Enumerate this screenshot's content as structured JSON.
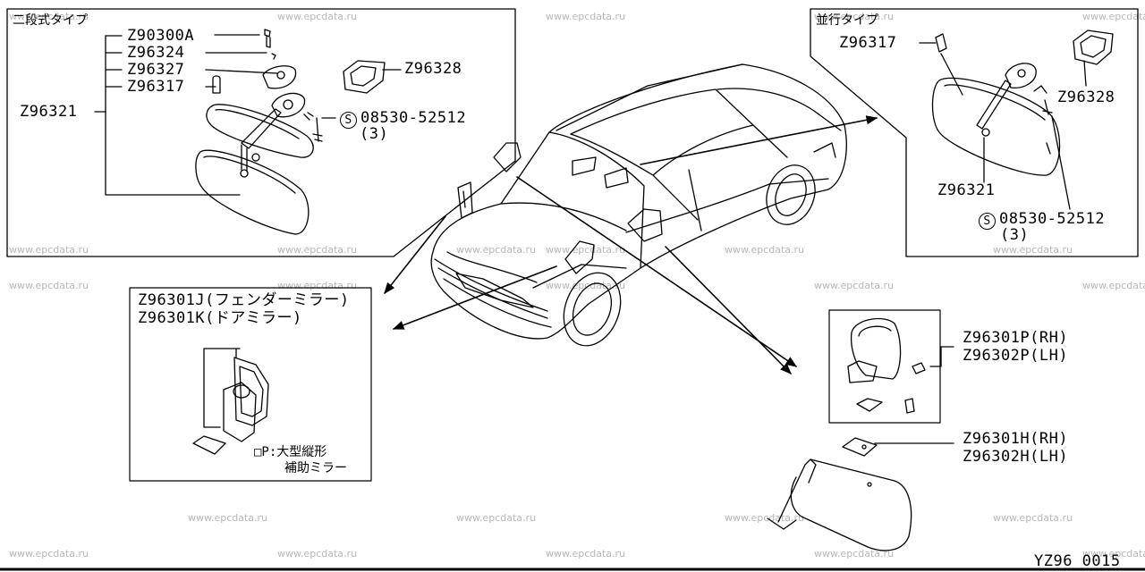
{
  "watermarks": [
    {
      "text": "www.epcdata.ru"
    },
    {
      "text": "www.epcdata.ru"
    },
    {
      "text": "www.epcdata.ru"
    },
    {
      "text": "www.epcdata.ru"
    },
    {
      "text": "www.epcdata.ru"
    },
    {
      "text": "www.epcdata.ru"
    },
    {
      "text": "www.epcdata.ru"
    },
    {
      "text": "www.epcdata.ru"
    },
    {
      "text": "www.epcdata.ru"
    },
    {
      "text": "www.epcdata.ru"
    },
    {
      "text": "www.epcdata.ru"
    },
    {
      "text": "www.epcdata.ru"
    },
    {
      "text": "www.epcdata.ru"
    },
    {
      "text": "www.epcdata.ru"
    },
    {
      "text": "www.epcdata.ru"
    },
    {
      "text": "www.epcdata.ru"
    },
    {
      "text": "www.epcdata.ru"
    },
    {
      "text": "www.epcdata.ru"
    },
    {
      "text": "www.epcdata.ru"
    },
    {
      "text": "www.epcdata.ru"
    },
    {
      "text": "www.epcdata.ru"
    },
    {
      "text": "www.epcdata.ru"
    },
    {
      "text": "www.epcdata.ru"
    },
    {
      "text": "www.epcdata.ru"
    },
    {
      "text": "www.epcdata.ru"
    }
  ],
  "panel_two_stage": {
    "title": "二段式タイプ",
    "labels": [
      "Z90300A",
      "Z96324",
      "Z96327",
      "Z96317",
      "Z96321",
      "Z96328",
      "08530-52512",
      "(3)"
    ]
  },
  "panel_parallel": {
    "title": "並行タイプ",
    "labels": [
      "Z96317",
      "Z96328",
      "Z96321",
      "08530-52512",
      "(3)"
    ]
  },
  "panel_fender": {
    "line1": "Z96301J(フェンダーミラー)",
    "line2": "Z96301K(ドアミラー)",
    "note1": "□P:大型縦形",
    "note2": "補助ミラー"
  },
  "panel_door": {
    "p_rh": "Z96301P(RH)",
    "p_lh": "Z96302P(LH)",
    "h_rh": "Z96301H(RH)",
    "h_lh": "Z96302H(LH)"
  },
  "bolt_symbol": "S",
  "diagram_code": "YZ96 0015"
}
